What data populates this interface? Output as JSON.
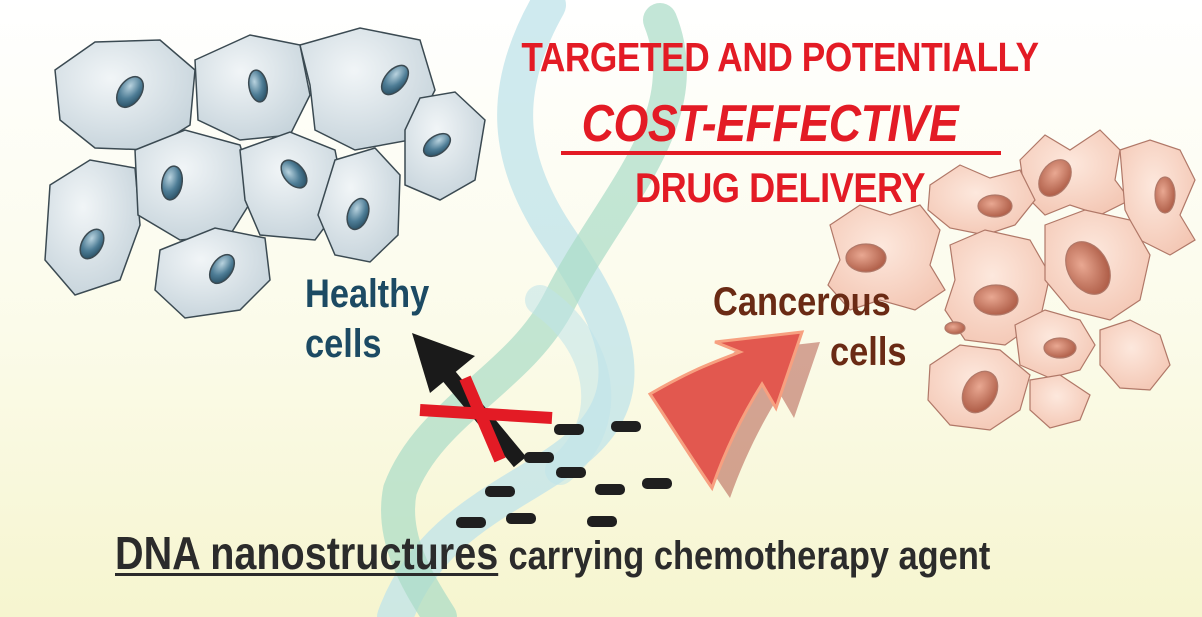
{
  "title": {
    "line1": "TARGETED AND POTENTIALLY",
    "line2": "COST-EFFECTIVE",
    "line3": "DRUG DELIVERY"
  },
  "labels": {
    "healthy_line1": "Healthy",
    "healthy_line2": "cells",
    "cancerous_line1": "Cancerous",
    "cancerous_line2": "cells"
  },
  "caption": {
    "main": "DNA nanostructures",
    "rest": "carrying chemotherapy agent"
  },
  "colors": {
    "title_red": "#e31b25",
    "healthy_cell_fill": "#c9d6dd",
    "healthy_nucleus": "#4e7d96",
    "cancer_cell_fill": "#f6cdbb",
    "cancer_nucleus": "#c27560",
    "arrow_red": "#e2584f",
    "arrow_black": "#1a1a1a",
    "blocked_cross": "#e31b25",
    "dna_strand_green": "#a9dcc6",
    "dna_strand_blue": "#bfe3ea"
  },
  "icons": {
    "healthy_path_arrow": "arrow-up-left-icon",
    "blocked_marker": "cross-x-icon",
    "cancer_path_arrow": "arrow-up-right-icon"
  }
}
